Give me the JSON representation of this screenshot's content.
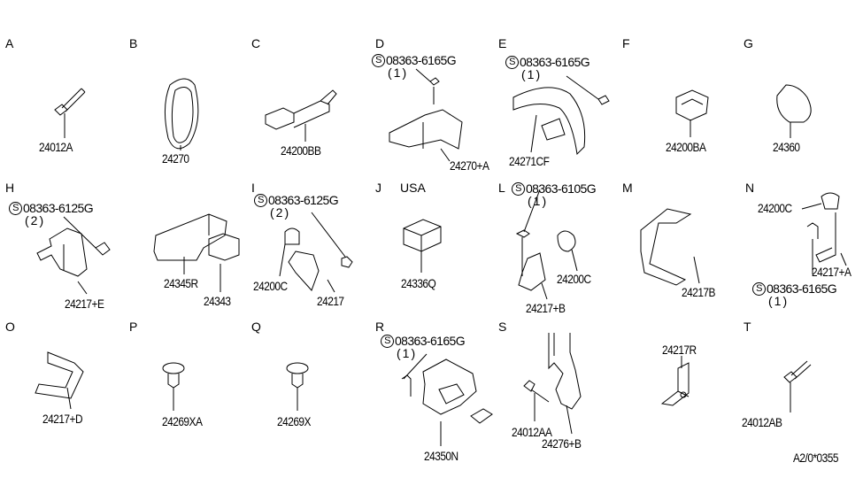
{
  "sections": {
    "A": {
      "letter": "A",
      "parts": [
        "24012A"
      ]
    },
    "B": {
      "letter": "B",
      "parts": [
        "24270"
      ]
    },
    "C": {
      "letter": "C",
      "parts": [
        "24200BB"
      ]
    },
    "D": {
      "letter": "D",
      "parts": [
        "24270+A"
      ],
      "screw": {
        "symbol": "S",
        "number": "08363-6165G",
        "qty": "(1)"
      }
    },
    "E": {
      "letter": "E",
      "parts": [
        "24271CF"
      ],
      "screw": {
        "symbol": "S",
        "number": "08363-6165G",
        "qty": "(1)"
      }
    },
    "F": {
      "letter": "F",
      "parts": [
        "24200BA"
      ]
    },
    "G": {
      "letter": "G",
      "parts": [
        "24360"
      ]
    },
    "H": {
      "letter": "H",
      "parts": [
        "24217+E",
        "24345R",
        "24343"
      ],
      "screw": {
        "symbol": "S",
        "number": "08363-6125G",
        "qty": "(2)"
      }
    },
    "I": {
      "letter": "I",
      "parts": [
        "24200C",
        "24217"
      ],
      "screw": {
        "symbol": "S",
        "number": "08363-6125G",
        "qty": "(2)"
      }
    },
    "J": {
      "letter": "J",
      "note": "USA",
      "parts": [
        "24336Q"
      ]
    },
    "L": {
      "letter": "L",
      "parts": [
        "24200C",
        "24217+B"
      ],
      "screw": {
        "symbol": "S",
        "number": "08363-6105G",
        "qty": "(1)"
      }
    },
    "M": {
      "letter": "M",
      "parts": [
        "24217B"
      ]
    },
    "N": {
      "letter": "N",
      "parts": [
        "24200C",
        "24217+A"
      ],
      "screw": {
        "symbol": "S",
        "number": "08363-6165G",
        "qty": "(1)"
      }
    },
    "O": {
      "letter": "O",
      "parts": [
        "24217+D"
      ]
    },
    "P": {
      "letter": "P",
      "parts": [
        "24269XA"
      ]
    },
    "Q": {
      "letter": "Q",
      "parts": [
        "24269X"
      ]
    },
    "R": {
      "letter": "R",
      "parts": [
        "24350N"
      ],
      "screw": {
        "symbol": "S",
        "number": "08363-6165G",
        "qty": "(1)"
      }
    },
    "S": {
      "letter": "S",
      "parts": [
        "24012AA",
        "24276+B",
        "24217R"
      ]
    },
    "T": {
      "letter": "T",
      "parts": [
        "24012AB"
      ]
    }
  },
  "diagram_code": "A2/0*0355"
}
